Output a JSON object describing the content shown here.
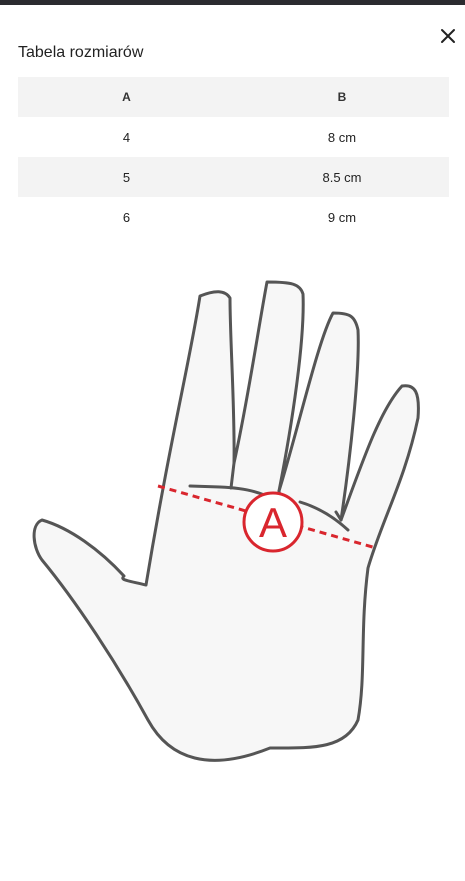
{
  "modal": {
    "title": "Tabela rozmiarów",
    "close_icon": "close-icon"
  },
  "size_table": {
    "headers": [
      "A",
      "B"
    ],
    "rows": [
      [
        "4",
        "8 cm"
      ],
      [
        "5",
        "8.5 cm"
      ],
      [
        "6",
        "9 cm"
      ]
    ]
  },
  "illustration": {
    "icon": "hand-measurement-illustration",
    "marker_label": "A",
    "accent_color": "#d9262e"
  }
}
